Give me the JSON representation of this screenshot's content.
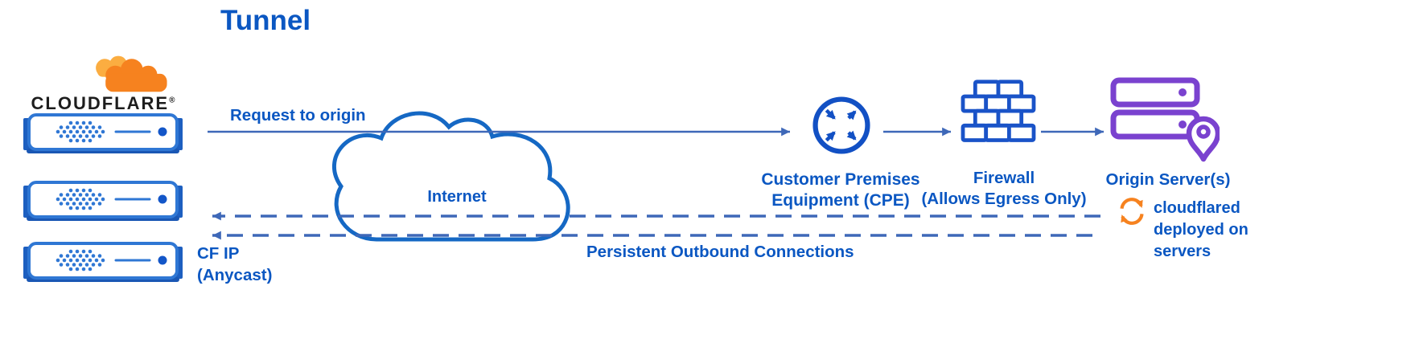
{
  "title": "Tunnel",
  "brand": {
    "name": "CLOUDFLARE",
    "registered_mark": "®"
  },
  "nodes": {
    "edge_servers": {
      "description": "cloudflare-edge-server-stack",
      "count": 3
    },
    "internet": {
      "label": "Internet"
    },
    "cpe": {
      "label_lines": [
        "Customer Premises",
        "Equipment (CPE)"
      ]
    },
    "firewall": {
      "label_lines": [
        "Firewall",
        "(Allows Egress Only)"
      ]
    },
    "origin": {
      "label": "Origin Server(s)"
    },
    "cloudflared": {
      "label": "cloudflared deployed on servers"
    }
  },
  "edges": {
    "request": {
      "label": "Request to origin",
      "style": "solid",
      "direction": "right"
    },
    "persistent": {
      "label": "Persistent Outbound Connections",
      "style": "dashed",
      "direction": "left",
      "count": 2
    },
    "cf_ip": {
      "label_lines": [
        "CF IP",
        "(Anycast)"
      ]
    }
  },
  "colors": {
    "label_blue": "#0b57c2",
    "line_blue": "#3e68b8",
    "icon_blue": "#1250c4",
    "server_blue": "#2f77d4",
    "cloud_outline_blue": "#1568c4",
    "brand_orange": "#f6821f",
    "brand_orange_light": "#fbad41",
    "origin_purple": "#7a42cf",
    "logo_text": "#1d1d1d"
  }
}
